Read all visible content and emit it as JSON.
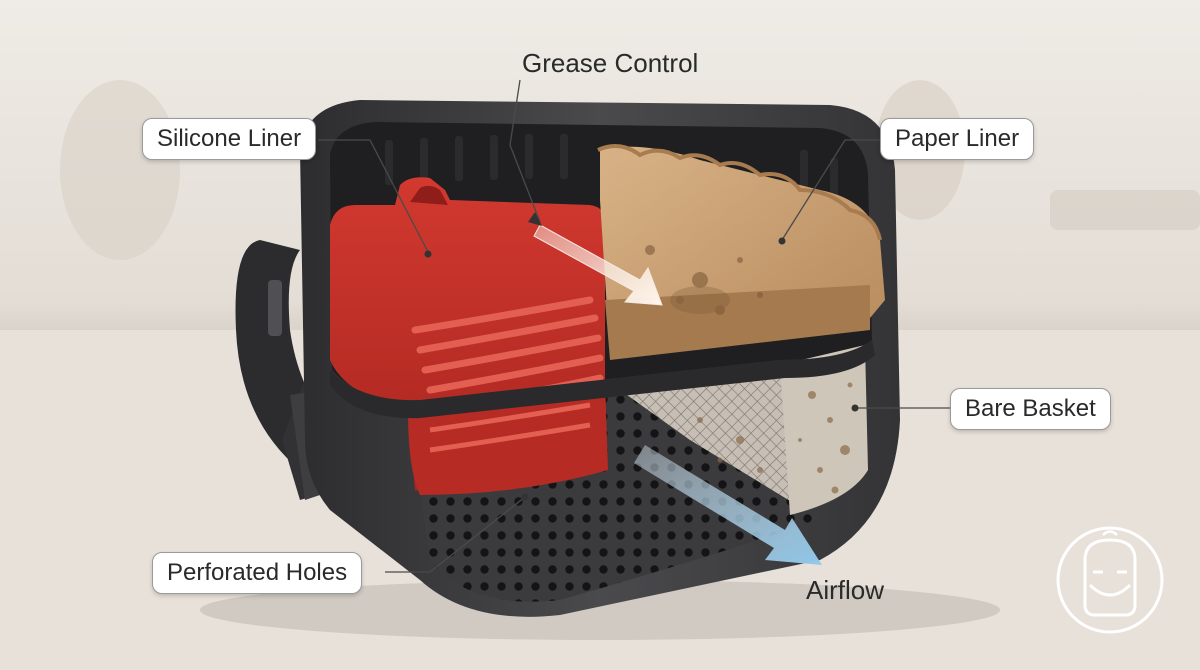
{
  "labels": {
    "grease_control": "Grease Control",
    "silicone_liner": "Silicone Liner",
    "paper_liner": "Paper Liner",
    "bare_basket": "Bare Basket",
    "perforated_holes": "Perforated Holes",
    "airflow": "Airflow"
  },
  "colors": {
    "silicone_red": "#c9312a",
    "paper_tan": "#c89d6e",
    "basket_dark": "#3a3a3c",
    "airflow_blue": "#a9d2ec"
  }
}
